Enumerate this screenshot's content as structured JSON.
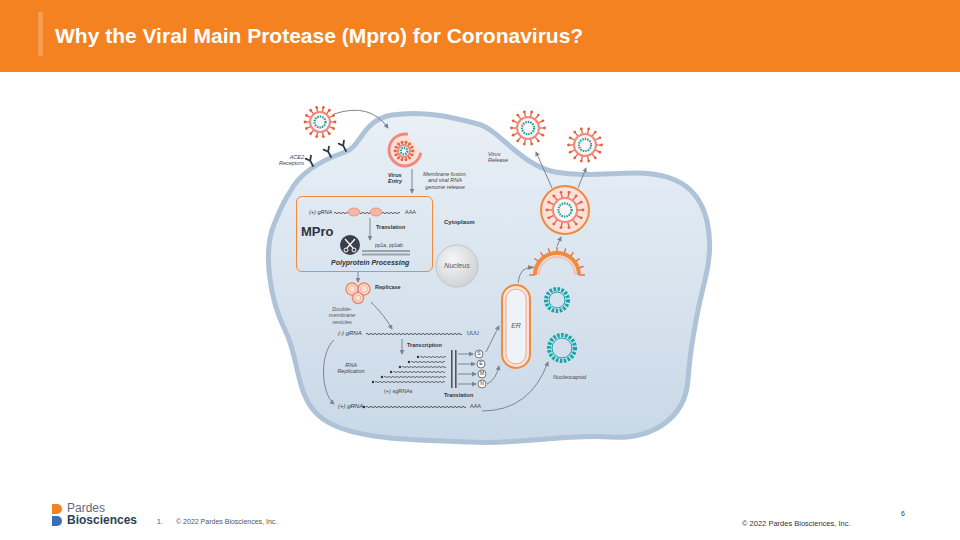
{
  "diagram": {
    "title": "Why the Viral Main Protease (Mpro) for Coronavirus?",
    "nodes": [
      {
        "text": [
          "Cytoplasm"
        ]
      },
      {
        "text": [
          "(+) gRNA",
          "AAA",
          "Translation",
          "MPro",
          "pp1a, pp1ab",
          "Polyprotein Processing"
        ],
        "in": 0
      },
      {
        "text": [
          "Nucleus"
        ],
        "in": 0
      },
      {
        "text": [
          "Replicase",
          "Double-membrane vesicles"
        ],
        "in": 0
      },
      {
        "text": [
          "ER"
        ],
        "in": 0
      }
    ],
    "edges": [
      {
        "from": 1,
        "to": 3,
        "arrow": "to"
      }
    ],
    "labels": [
      "ACE2 Receptors",
      "Virus Entry",
      "Membrane fusion, and viral RNA genome release",
      "Virus Release",
      "(-) gRNA",
      "UUU",
      "Transcription",
      "RNA Replication",
      "(+) sgRNAs",
      "Translation",
      "(+) gRNA",
      "AAA",
      "S",
      "E",
      "M",
      "N",
      "Nucleocapsid",
      "Pardes",
      "Biosciences",
      "1.",
      "© 2022 Pardes Biosciences, Inc.",
      "© 2022 Pardes Biosciences, Inc.",
      "6"
    ]
  }
}
